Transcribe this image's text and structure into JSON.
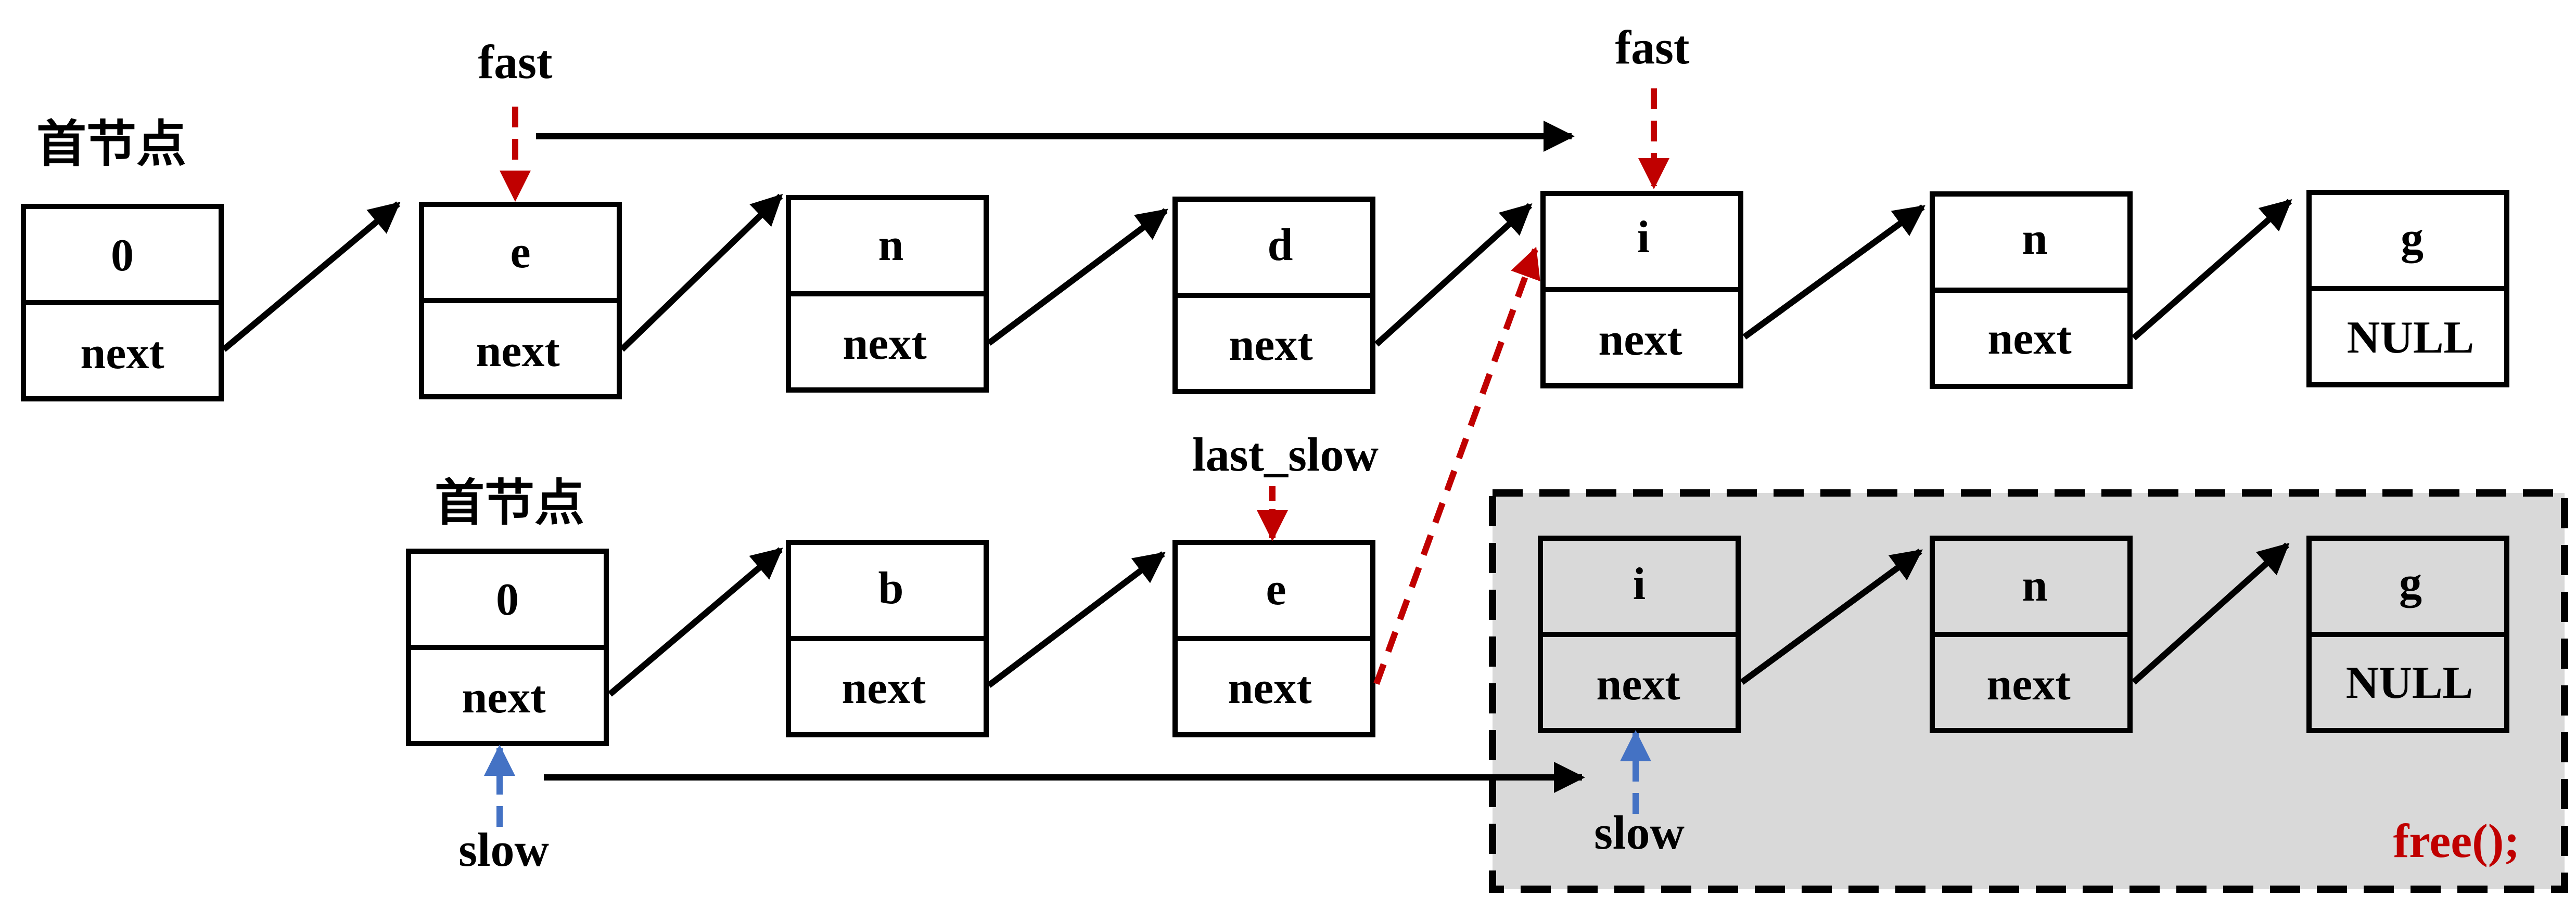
{
  "colors": {
    "ink": "#000000",
    "fast_pointer": "#c00000",
    "slow_pointer": "#4472c4",
    "free_label": "#c00000",
    "free_region_fill": "#d9d9d9",
    "node_fill": "#ffffff"
  },
  "top_list": {
    "head_label": "首节点",
    "fast_label_start": "fast",
    "fast_label_end": "fast",
    "nodes": [
      {
        "value": "0",
        "link": "next"
      },
      {
        "value": "e",
        "link": "next"
      },
      {
        "value": "n",
        "link": "next"
      },
      {
        "value": "d",
        "link": "next"
      },
      {
        "value": "i",
        "link": "next"
      },
      {
        "value": "n",
        "link": "next"
      },
      {
        "value": "g",
        "link": "NULL"
      }
    ]
  },
  "bottom_list": {
    "head_label": "首节点",
    "last_slow_label": "last_slow",
    "slow_label_start": "slow",
    "slow_label_end": "slow",
    "nodes": [
      {
        "value": "0",
        "link": "next"
      },
      {
        "value": "b",
        "link": "next"
      },
      {
        "value": "e",
        "link": "next"
      }
    ]
  },
  "free_region": {
    "label": "free();",
    "nodes": [
      {
        "value": "i",
        "link": "next"
      },
      {
        "value": "n",
        "link": "next"
      },
      {
        "value": "g",
        "link": "NULL"
      }
    ]
  }
}
